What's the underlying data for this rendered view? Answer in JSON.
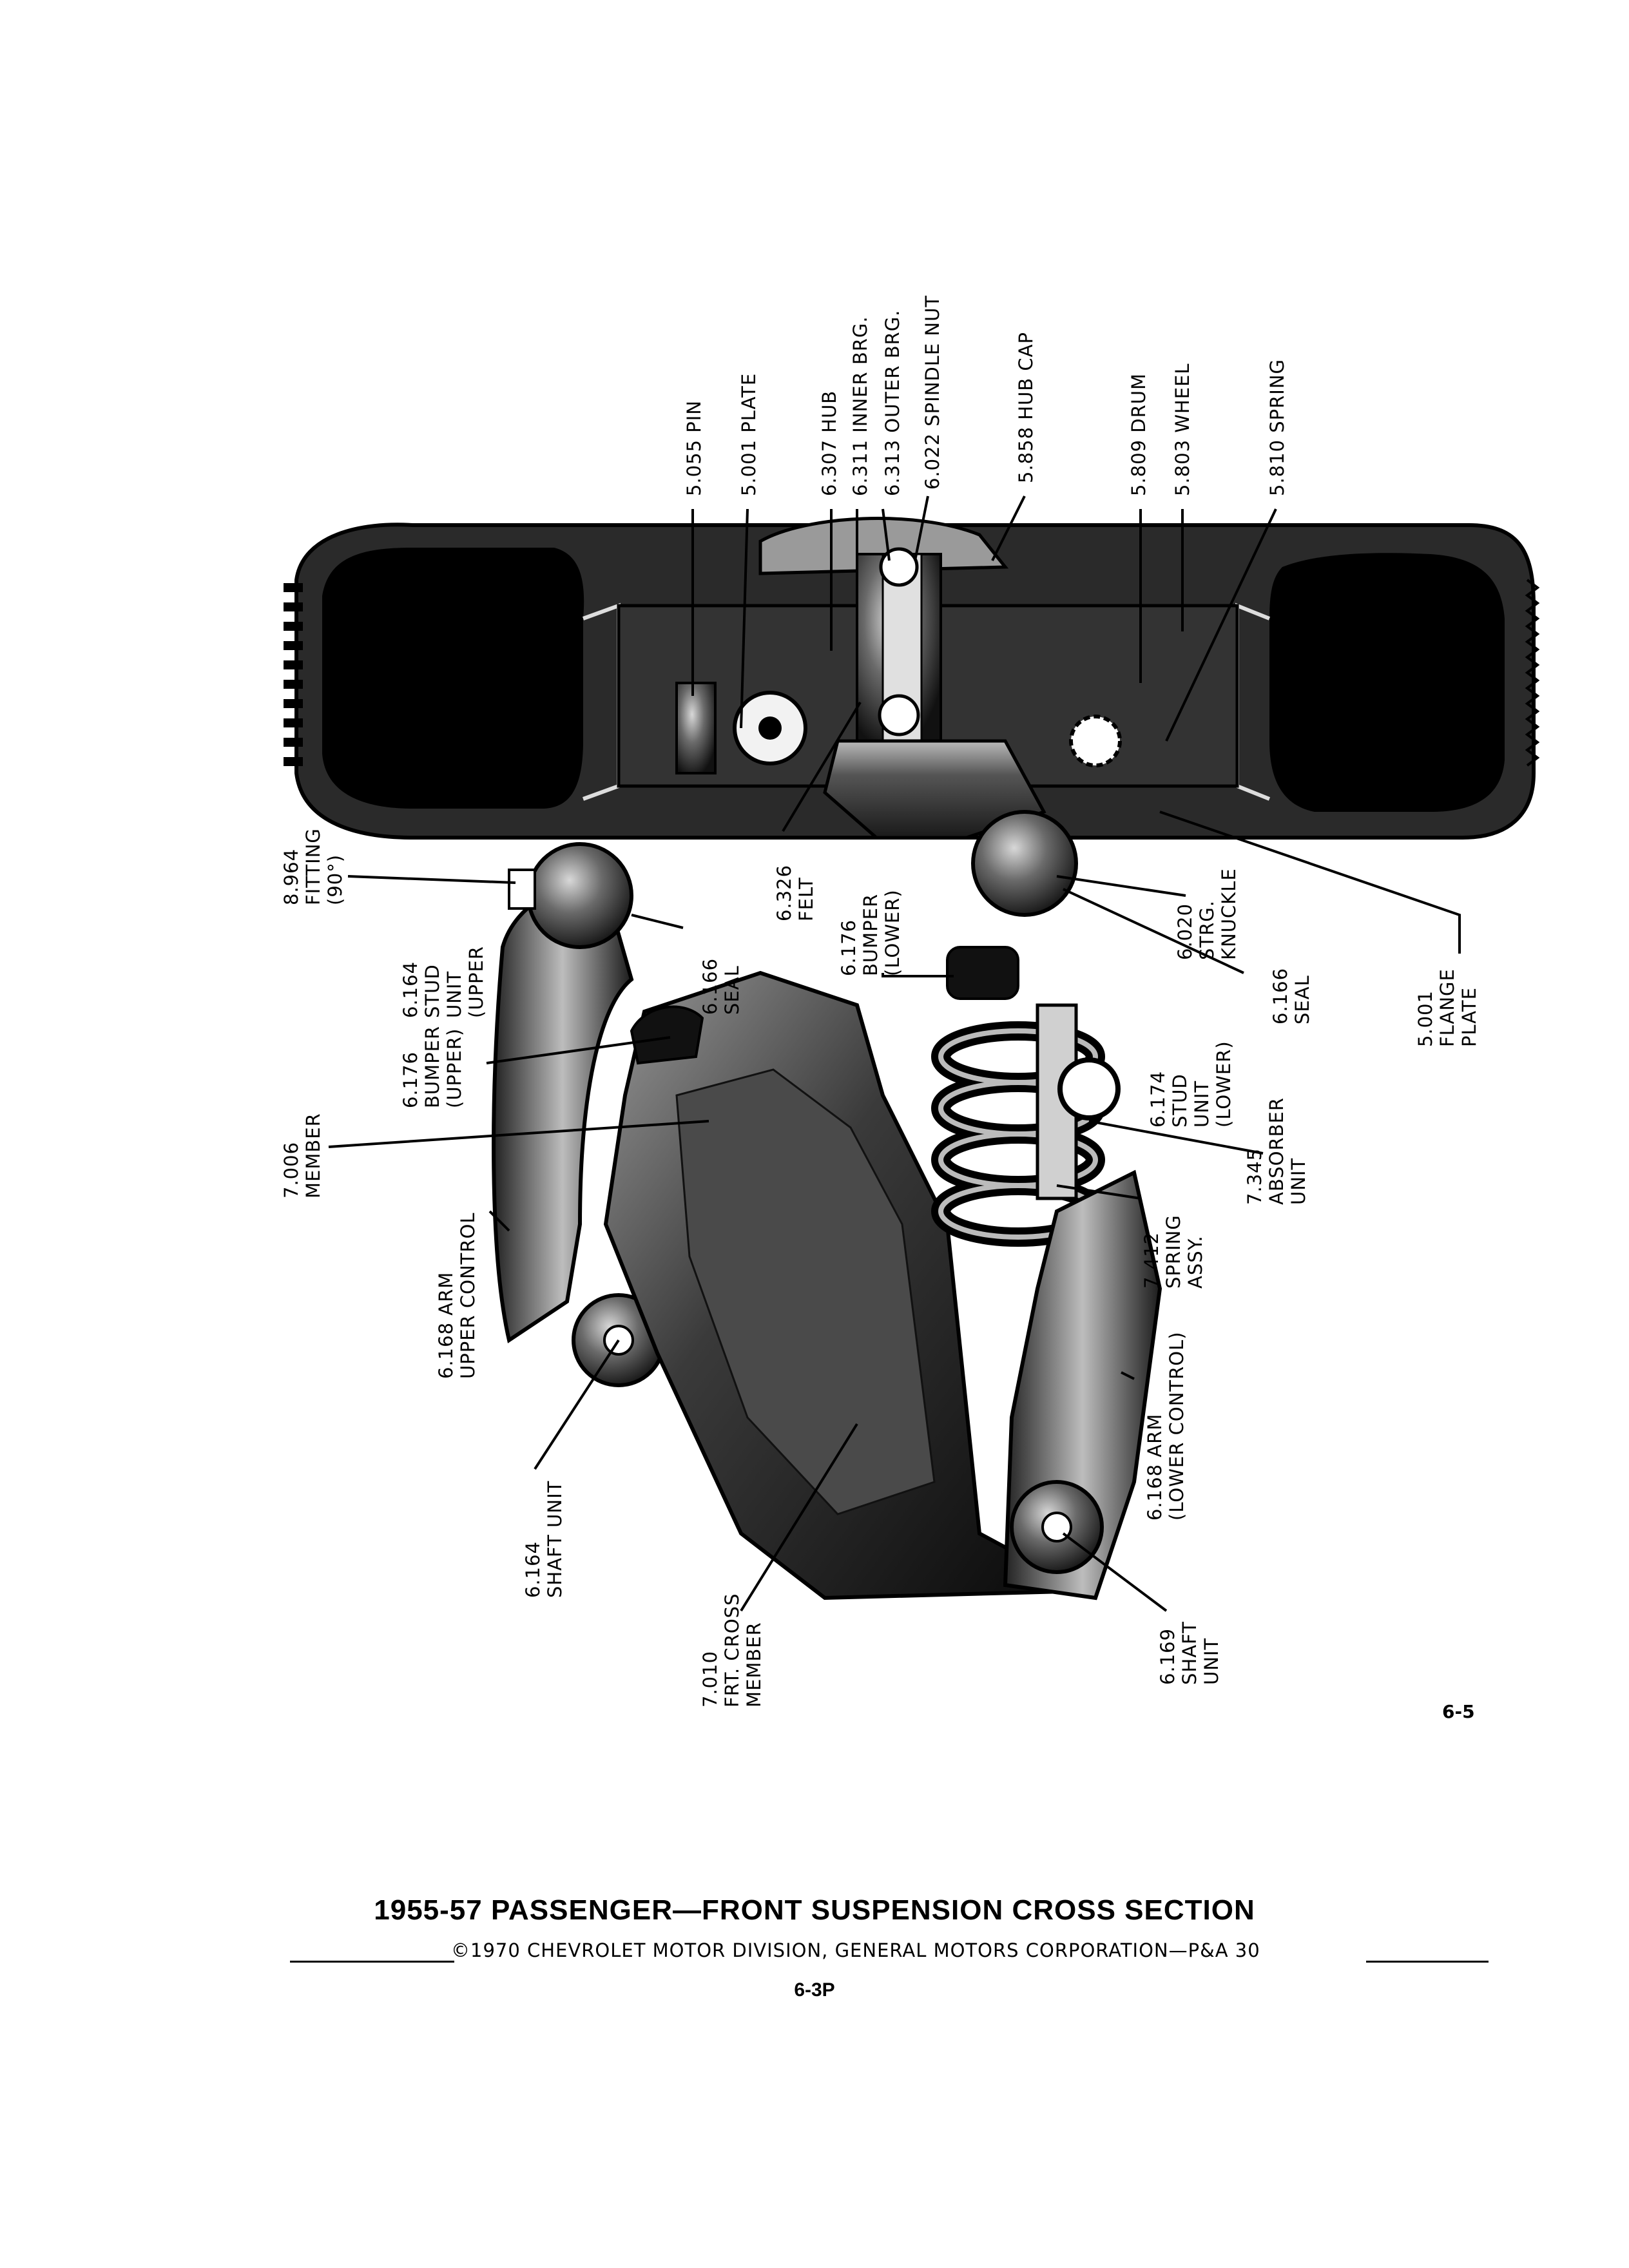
{
  "document": {
    "title": "1955-57 PASSENGER—FRONT SUSPENSION CROSS SECTION",
    "copyright": "©1970 CHEVROLET MOTOR DIVISION, GENERAL MOTORS CORPORATION—P&A 30",
    "figure_code": "6-3P",
    "page_number": "6-5"
  },
  "labels": {
    "pin": [
      "5.055 PIN"
    ],
    "plate": [
      "5.001 PLATE"
    ],
    "hub": [
      "6.307 HUB"
    ],
    "inner_brg": [
      "6.311 INNER BRG."
    ],
    "outer_brg": [
      "6.313 OUTER BRG."
    ],
    "spindle_nut": [
      "6.022 SPINDLE NUT"
    ],
    "hub_cap": [
      "5.858 HUB CAP"
    ],
    "drum": [
      "5.809 DRUM"
    ],
    "wheel": [
      "5.803 WHEEL"
    ],
    "spring": [
      "5.810 SPRING"
    ],
    "fitting": [
      "8.964",
      "FITTING",
      "(90°)"
    ],
    "felt": [
      "6.326",
      "FELT"
    ],
    "stud_upper": [
      "6.164",
      "STUD",
      "UNIT",
      "(UPPER"
    ],
    "seal_upper": [
      "6.166",
      "SEAL"
    ],
    "bumper_lower": [
      "6.176",
      "BUMPER",
      "(LOWER)"
    ],
    "steering_knuckle": [
      "6.020",
      "STRG.",
      "KNUCKLE"
    ],
    "seal_lower": [
      "6.166",
      "SEAL"
    ],
    "flange_plate": [
      "5.001",
      "FLANGE",
      "PLATE"
    ],
    "bumper_upper": [
      "6.176",
      "BUMPER",
      "(UPPER)"
    ],
    "stud_lower": [
      "6.174",
      "STUD",
      "UNIT",
      "(LOWER)"
    ],
    "member": [
      "7.006",
      "MEMBER"
    ],
    "absorber": [
      "7.345",
      "ABSORBER",
      "UNIT"
    ],
    "spring_assy": [
      "7.412",
      "SPRING",
      "ASSY."
    ],
    "upper_arm": [
      "6.168 ARM",
      "UPPER CONTROL"
    ],
    "lower_arm": [
      "6.168 ARM",
      "(LOWER CONTROL)"
    ],
    "shaft_upper": [
      "6.164",
      "SHAFT UNIT"
    ],
    "cross_member": [
      "7.010",
      "FRT. CROSS",
      "MEMBER"
    ],
    "shaft_lower": [
      "6.169",
      "SHAFT",
      "UNIT"
    ]
  }
}
